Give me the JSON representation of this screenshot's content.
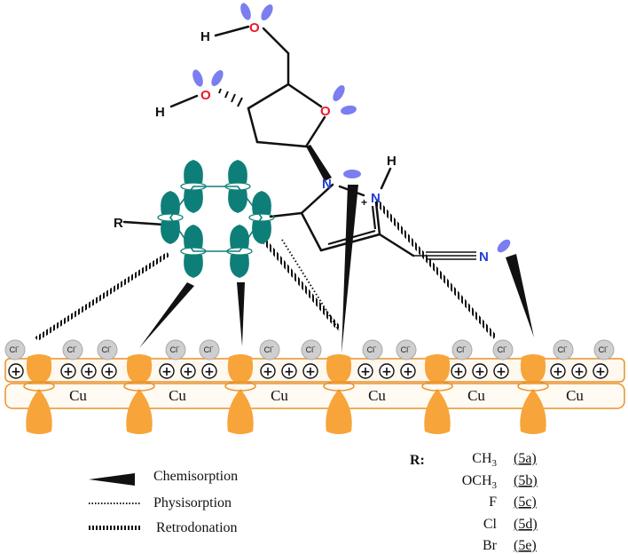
{
  "atoms": {
    "H_top": "H",
    "O_top": "O",
    "H_mid": "H",
    "O_mid": "O",
    "O_ring": "O",
    "N1": "N",
    "N2": "N",
    "H_N": "H",
    "plus": "+",
    "R": "R",
    "N_nitrile": "N"
  },
  "surface": {
    "metal_label": "Cu",
    "chloride_label": "Cl",
    "chloride_charge": "-",
    "charge_symbol": "+"
  },
  "legend": {
    "items": [
      {
        "label": "Chemisorption",
        "style": "wedge"
      },
      {
        "label": "Physisorption",
        "style": "dotted"
      },
      {
        "label": "Retrodonation",
        "style": "hatched"
      }
    ]
  },
  "substituents": {
    "header": "R:",
    "items": [
      {
        "group": "CH",
        "sub": "3",
        "code": "(5a)"
      },
      {
        "group": "OCH",
        "sub": "3",
        "code": "(5b)"
      },
      {
        "group": "F",
        "sub": "",
        "code": "(5c)"
      },
      {
        "group": "Cl",
        "sub": "",
        "code": "(5d)"
      },
      {
        "group": "Br",
        "sub": "",
        "code": "(5e)"
      }
    ]
  },
  "colors": {
    "lone_pair": "#7b7ef0",
    "oxygen": "#e8192c",
    "nitrogen": "#1f3fd6",
    "p_orbital": "#0e7f78",
    "cu_orbital": "#f7a43a",
    "surface_border": "#e8912a",
    "chloride": "#c8c8c8"
  }
}
